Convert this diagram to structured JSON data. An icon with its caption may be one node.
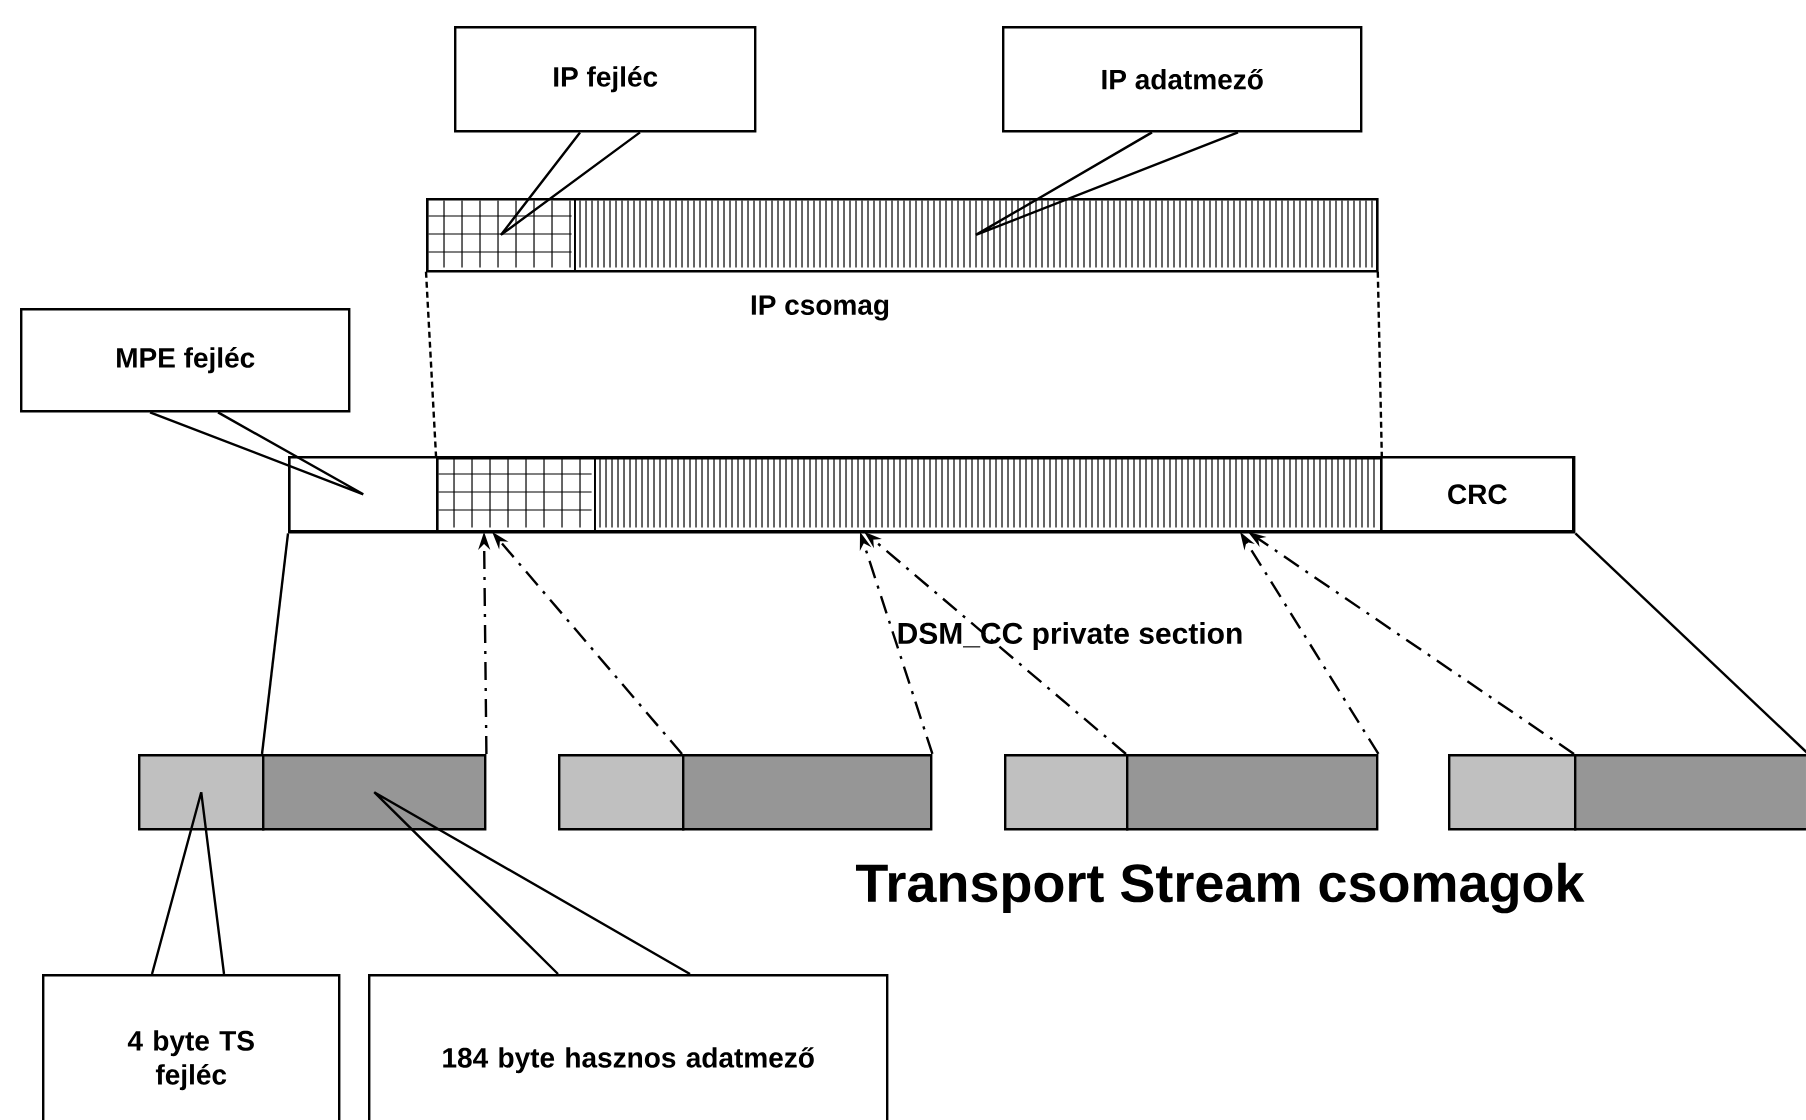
{
  "diagram": {
    "nodes": [
      {
        "text": [
          "IP fejléc"
        ]
      },
      {
        "text": [
          "IP adatmező"
        ]
      },
      {
        "text": [
          "IP csomag"
        ]
      },
      {
        "text": [],
        "shape": "box",
        "in": 2
      },
      {
        "text": [],
        "shape": "box",
        "in": 2
      },
      {
        "text": [
          "MPE fejléc"
        ]
      },
      {
        "text": [],
        "shape": "bar"
      },
      {
        "text": [],
        "shape": "box",
        "in": 6
      },
      {
        "text": [],
        "shape": "box",
        "in": 6
      },
      {
        "text": [],
        "shape": "box",
        "in": 6
      },
      {
        "text": [
          "CRC"
        ],
        "in": 6
      },
      {
        "text": [],
        "shape": "box"
      },
      {
        "text": [],
        "shape": "box"
      },
      {
        "text": [],
        "shape": "box"
      },
      {
        "text": [],
        "shape": "box"
      },
      {
        "text": [],
        "shape": "box"
      },
      {
        "text": [],
        "shape": "box"
      },
      {
        "text": [],
        "shape": "box"
      },
      {
        "text": [],
        "shape": "box"
      },
      {
        "text": [
          "4 byte TS fejléc"
        ]
      },
      {
        "text": [
          "184 byte hasznos adatmező"
        ]
      }
    ],
    "edges": [
      {
        "from": 0,
        "to": 3,
        "arrow": "none"
      },
      {
        "from": 1,
        "to": 4,
        "arrow": "none"
      },
      {
        "from": 5,
        "to": 7,
        "arrow": "none"
      },
      {
        "from": 6,
        "to": 12,
        "arrow": "none"
      },
      {
        "from": 6,
        "to": 18,
        "arrow": "none"
      },
      {
        "from": 3,
        "to": 8,
        "arrow": "none",
        "style": "dashed"
      },
      {
        "from": 4,
        "to": 9,
        "arrow": "none",
        "style": "dashed"
      },
      {
        "from": 12,
        "to": 8,
        "arrow": "to",
        "style": "dashed"
      },
      {
        "from": 14,
        "to": 8,
        "arrow": "to",
        "style": "dashed"
      },
      {
        "from": 14,
        "to": 9,
        "arrow": "to",
        "style": "dashed"
      },
      {
        "from": 16,
        "to": 9,
        "arrow": "to",
        "style": "dashed"
      },
      {
        "from": 16,
        "to": 9,
        "arrow": "to",
        "style": "dashed"
      },
      {
        "from": 18,
        "to": 9,
        "arrow": "to",
        "style": "dashed"
      },
      {
        "from": 19,
        "to": 11,
        "arrow": "none"
      },
      {
        "from": 20,
        "to": 12,
        "arrow": "none"
      }
    ],
    "labels": [
      "DSM_CC private section",
      "Transport Stream csomagok"
    ]
  }
}
